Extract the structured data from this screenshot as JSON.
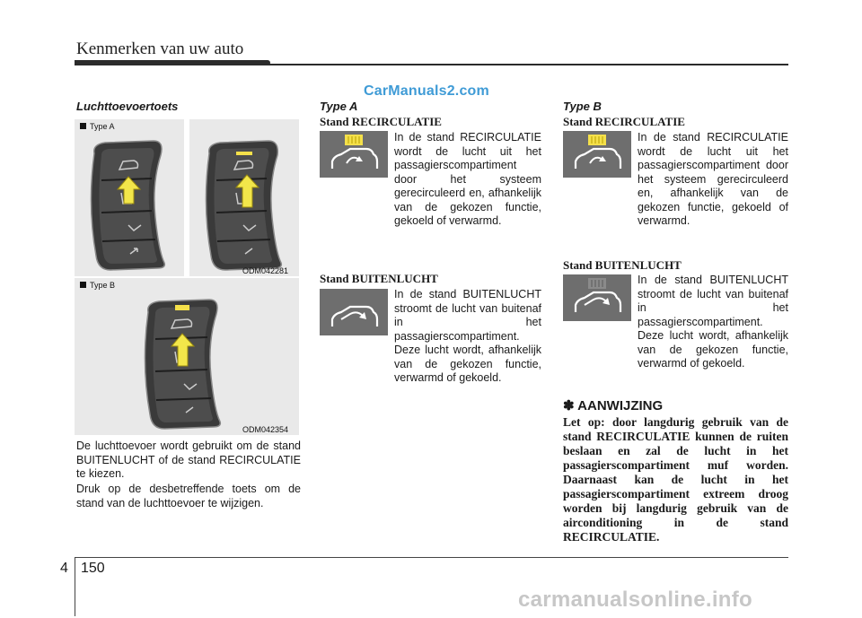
{
  "header": {
    "title": "Kenmerken van uw auto"
  },
  "watermark_top": "CarManuals2.com",
  "left": {
    "heading": "Luchttoevoertoets",
    "figure_a": {
      "label": "Type A",
      "code": "ODM042281"
    },
    "figure_b": {
      "label": "Type B",
      "code": "ODM042354"
    },
    "para1": "De luchttoevoer wordt gebruikt om de stand BUITENLUCHT of de stand RECIRCULATIE te kiezen.",
    "para2": "Druk op de desbetreffende toets om de stand van de luchttoevoer te wijzigen."
  },
  "middle": {
    "heading": "Type A",
    "recirc_title": "Stand RECIRCULATIE",
    "recirc_text": "In de stand RECIRCULATIE wordt de lucht uit het passagierscompartiment door het systeem gerecirculeerd en, afhankelijk van de gekozen functie, gekoeld of verwarmd.",
    "fresh_title": "Stand BUITENLUCHT",
    "fresh_text": "In de stand BUITENLUCHT stroomt de lucht van buitenaf in het passagierscompartiment. Deze lucht wordt, afhankelijk van de gekozen functie, verwarmd of gekoeld."
  },
  "right": {
    "heading": "Type B",
    "recirc_title": "Stand RECIRCULATIE",
    "recirc_text": "In de stand RECIRCULATIE wordt de lucht uit het passagierscompartiment door het systeem gerecirculeerd en, afhankelijk van de gekozen functie, gekoeld of verwarmd.",
    "fresh_title": "Stand BUITENLUCHT",
    "fresh_text": "In de stand BUITENLUCHT stroomt de lucht van buitenaf in het passagierscompartiment. Deze lucht wordt, afhankelijk van de gekozen functie, verwarmd of gekoeld.",
    "note_heading": "✽ AANWIJZING",
    "note_text": "Let op: door langdurig gebruik van de stand RECIRCULATIE kunnen de ruiten beslaan en zal de lucht in het passagierscompartiment muf worden. Daarnaast kan de lucht in het passagierscompartiment extreem droog worden bij langdurig gebruik van de airconditioning in de stand RECIRCULATIE."
  },
  "footer": {
    "chapter": "4",
    "page": "150"
  },
  "watermark_bottom": "carmanualsonline.info",
  "colors": {
    "accent_rule": "#2b2b2b",
    "watermark_blue": "#3f9bd6",
    "led_yellow": "#f4e04a",
    "arrow_yellow": "#f2e64a",
    "icon_bg": "#6e6e6e"
  }
}
